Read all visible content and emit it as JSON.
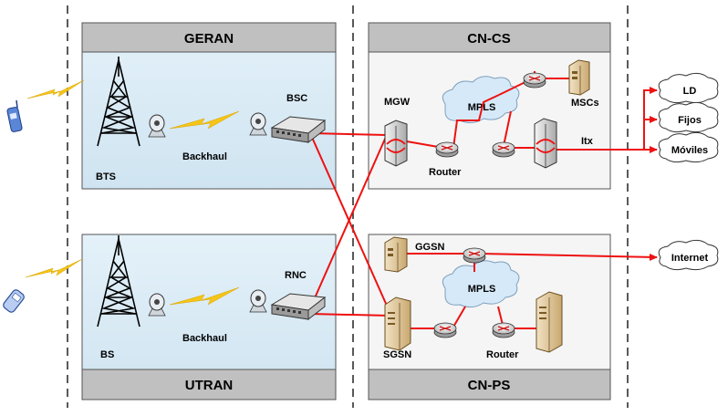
{
  "domains": {
    "geran": "GERAN",
    "cn_cs": "CN-CS",
    "utran": "UTRAN",
    "cn_ps": "CN-PS"
  },
  "access_top": {
    "bts": "BTS",
    "backhaul": "Backhaul",
    "bsc": "BSC"
  },
  "access_bottom": {
    "bs": "BS",
    "backhaul": "Backhaul",
    "rnc": "RNC"
  },
  "cs_core": {
    "mgw": "MGW",
    "mpls": "MPLS",
    "mscs": "MSCs",
    "router": "Router",
    "itx": "Itx"
  },
  "ps_core": {
    "ggsn": "GGSN",
    "mpls": "MPLS",
    "sgsn": "SGSN",
    "router": "Router"
  },
  "external": {
    "ld": "LD",
    "fijos": "Fijos",
    "moviles": "Móviles",
    "internet": "Internet"
  },
  "colors": {
    "link": "#ee1111",
    "wireless": "#f5c518",
    "panel_header": "#c0c0c0",
    "panel_body": "#ddeef7",
    "cloud": "#d6e9f8"
  }
}
